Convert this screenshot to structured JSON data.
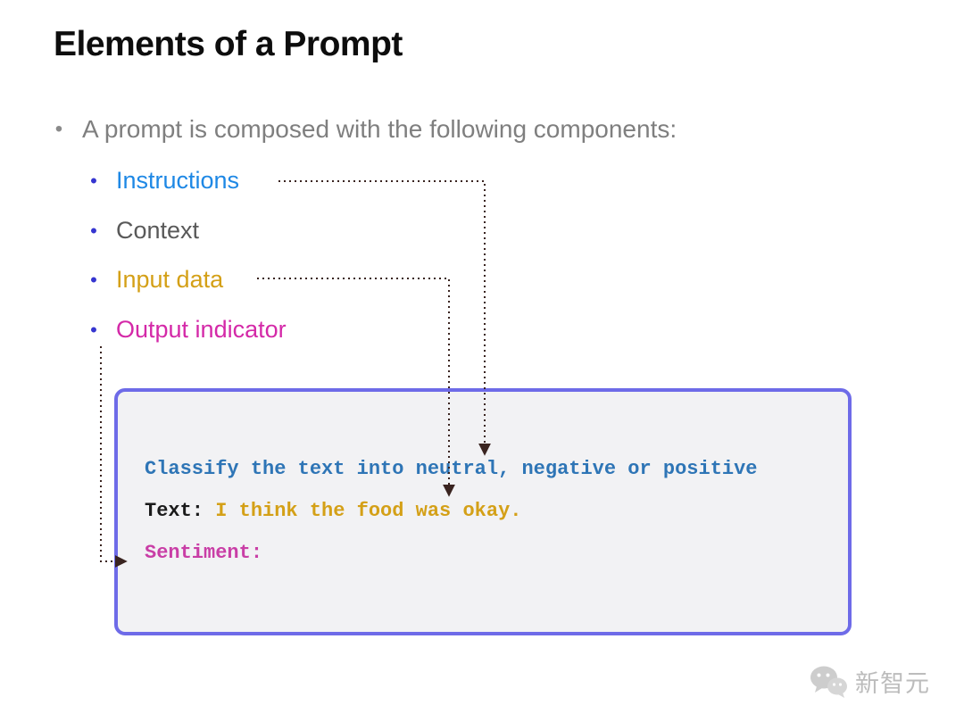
{
  "title": "Elements of a Prompt",
  "intro": {
    "text": "A prompt is composed with the following components:"
  },
  "components": [
    {
      "label": "Instructions",
      "color": "#1e88e5"
    },
    {
      "label": "Context",
      "color": "#595959"
    },
    {
      "label": "Input data",
      "color": "#d4a017"
    },
    {
      "label": "Output indicator",
      "color": "#d429a8"
    }
  ],
  "code_box": {
    "border_color": "#6e6be8",
    "background_color": "#f2f2f4",
    "lines": {
      "instruction": "Classify the text into neutral, negative or positive",
      "input_label": "Text:",
      "input_text": " I think the food was okay.",
      "output_indicator": "Sentiment:"
    },
    "text_colors": {
      "instruction": "#2e75b6",
      "input_label": "#1a1a1a",
      "input_text": "#d4a017",
      "output_indicator": "#c93ea6"
    }
  },
  "arrows": {
    "color": "#3a2420",
    "connections": [
      {
        "from": "Instructions",
        "to": "instruction line in code box"
      },
      {
        "from": "Input data",
        "to": "input text line in code box"
      },
      {
        "from": "Output indicator",
        "to": "output indicator line in code box"
      }
    ]
  },
  "watermark": {
    "brand": "新智元",
    "icon": "wechat-bubbles-icon"
  }
}
